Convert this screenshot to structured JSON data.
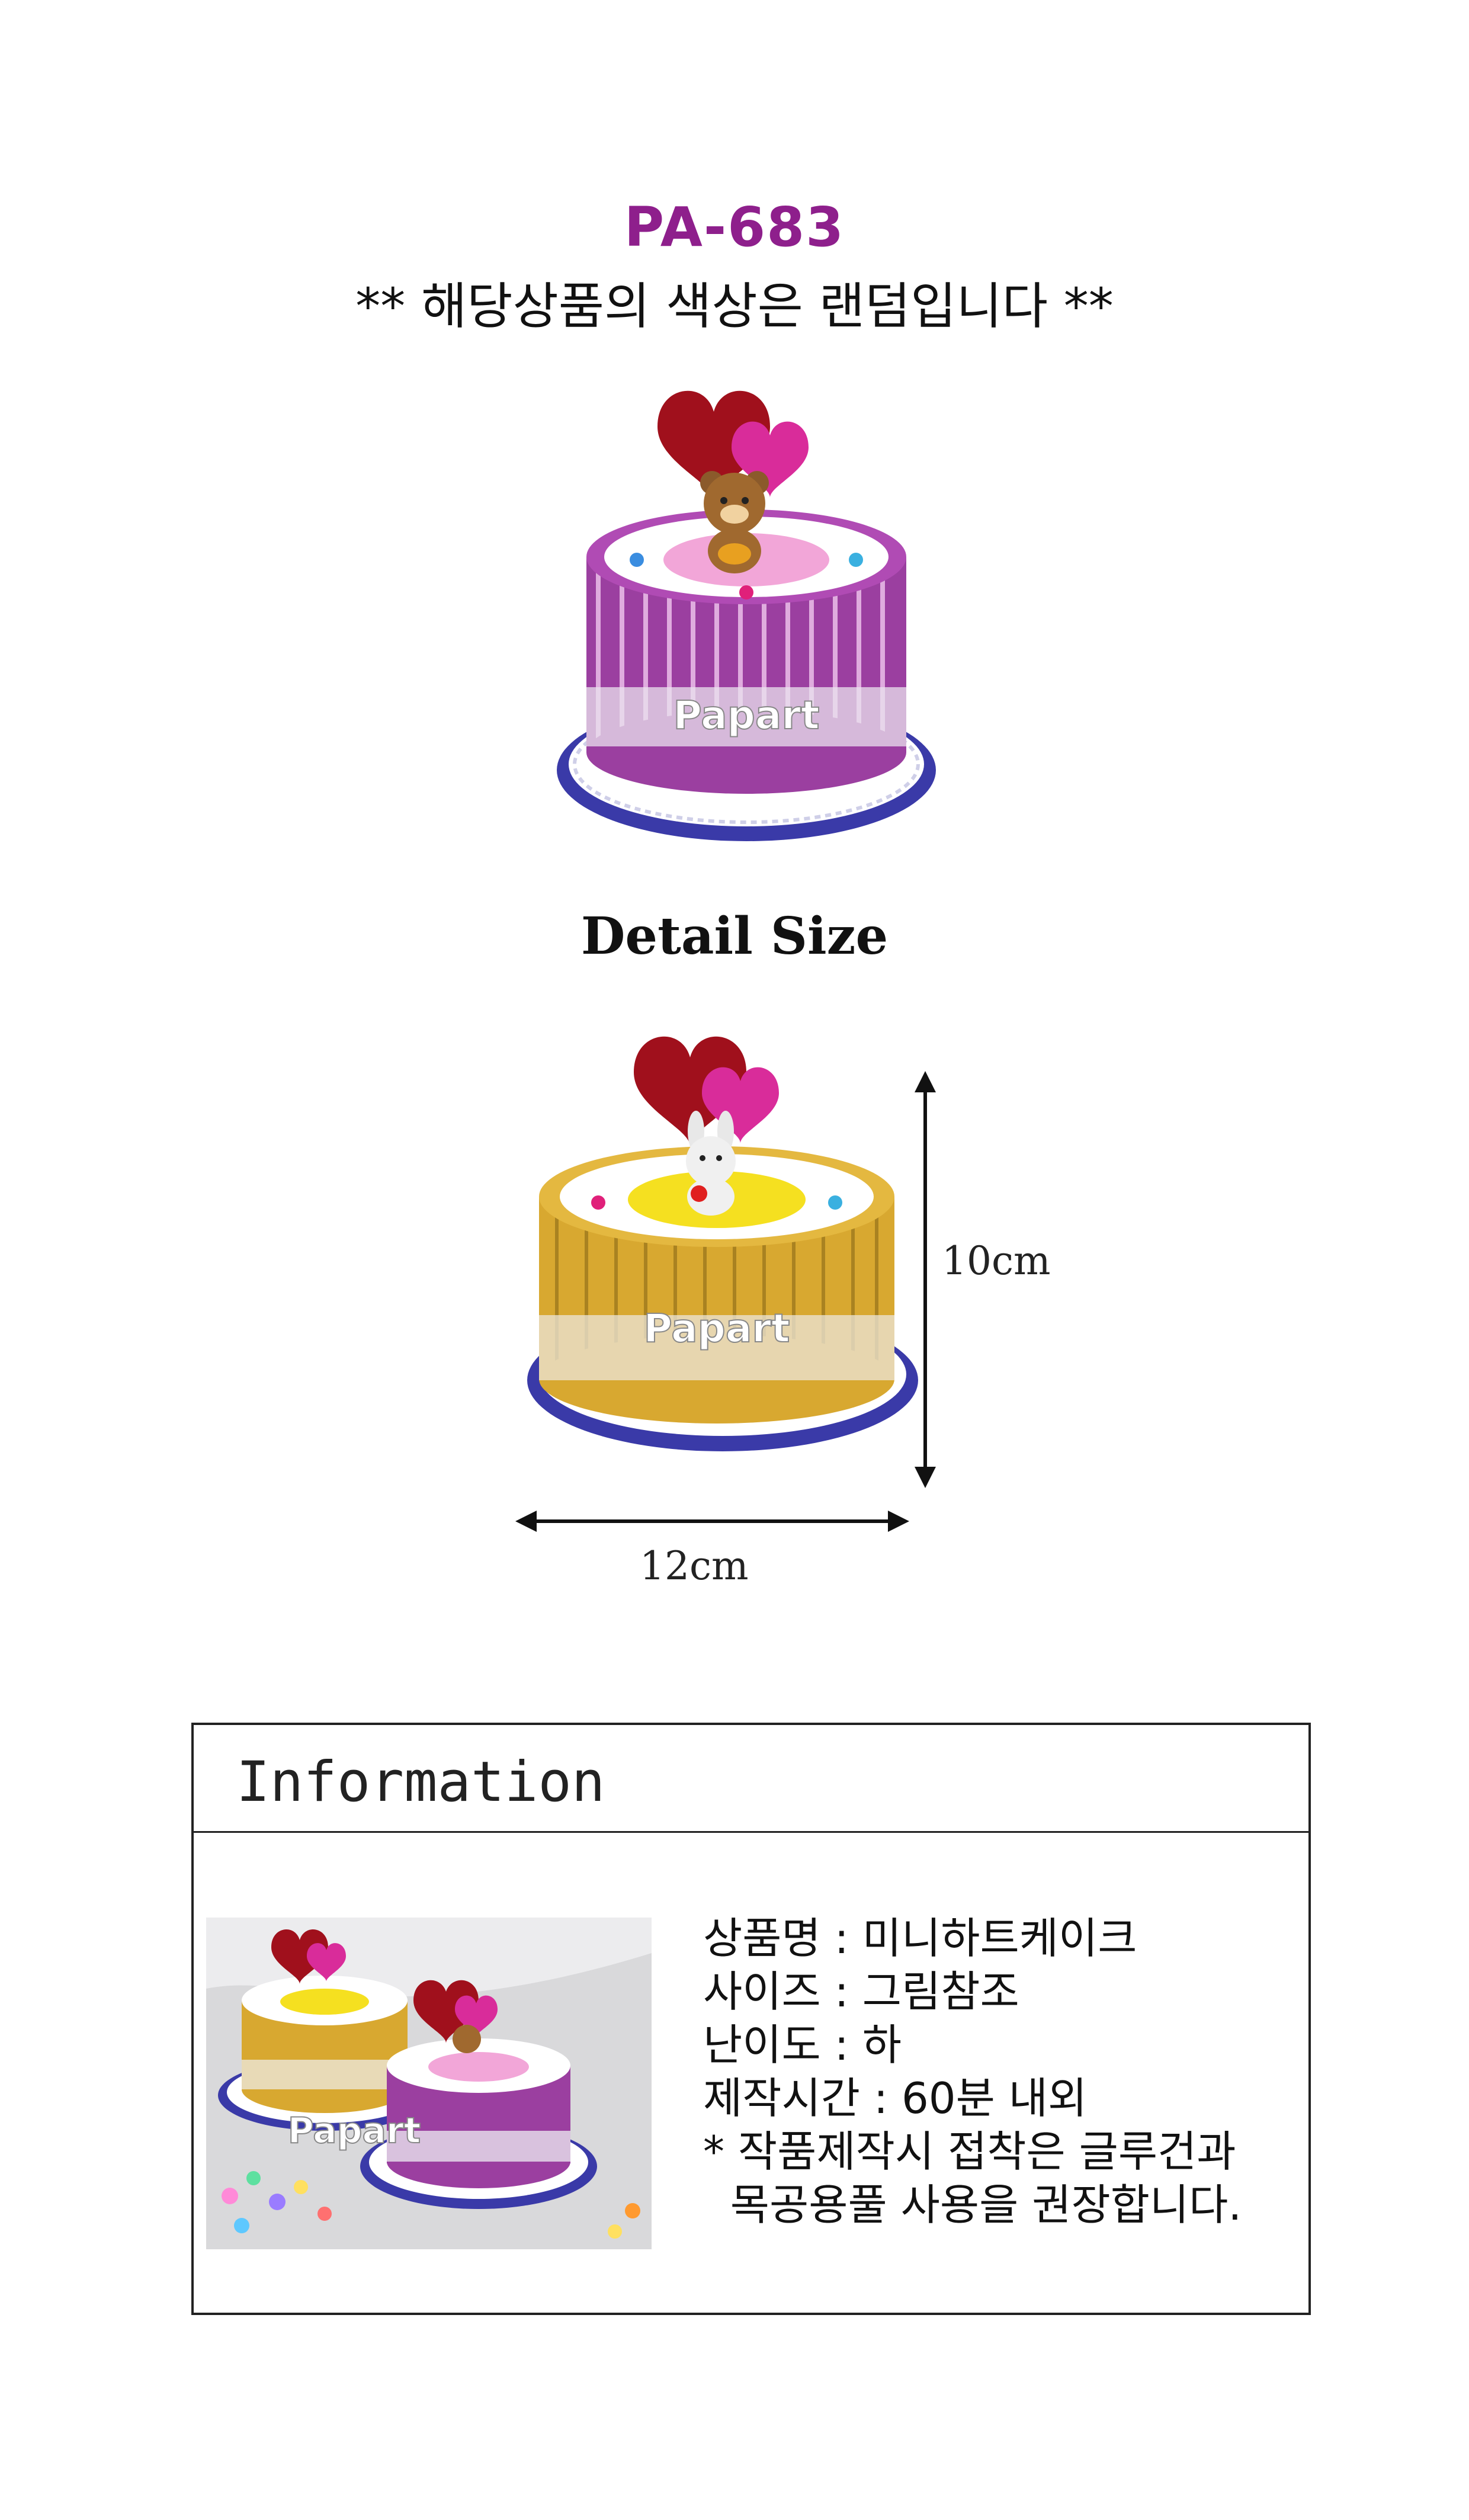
{
  "header": {
    "product_code": "PA-683",
    "notice": "** 해당상품의 색상은 랜덤입니다 **"
  },
  "product_image": {
    "watermark": "Papart"
  },
  "detail": {
    "title": "Detail Size",
    "height_label": "10cm",
    "width_label": "12cm",
    "watermark": "Papart"
  },
  "info": {
    "title": "Information",
    "photo_watermark": "Papart",
    "lines": [
      "상품명 : 미니하트케이크",
      "사이즈 : 그림참조",
      "난이도 : 하",
      "제작시간 : 60분 내외",
      "* 작품제작시 접착은 글루건과",
      "  목공용풀 사용을 권장합니다."
    ]
  },
  "colors": {
    "code_purple": "#8e1f8c",
    "cake_purple": "#9b3fa0",
    "cake_yellow": "#d8a830",
    "heart_red": "#a0101c",
    "heart_pink": "#d92c9a",
    "plate_blue": "#3a3aa8"
  }
}
